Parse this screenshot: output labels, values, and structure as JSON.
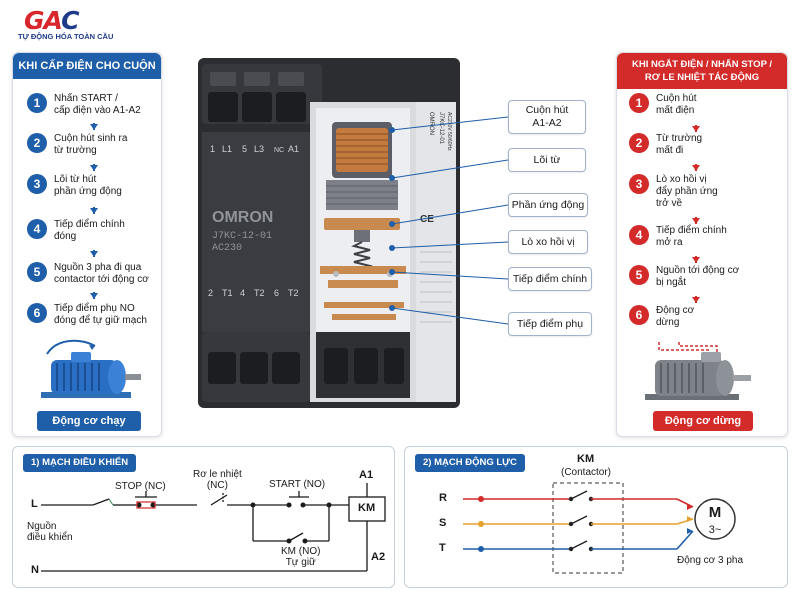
{
  "brand": {
    "logo": "GAC",
    "tagline": "TỰ ĐỘNG HÓA TOÀN CẦU"
  },
  "left_panel": {
    "title": "KHI CẤP ĐIỆN CHO CUỘN HÚT",
    "steps": [
      {
        "num": "1",
        "line1": "Nhấn START /",
        "line2": "cấp điện vào A1-A2"
      },
      {
        "num": "2",
        "line1": "Cuộn hút sinh ra",
        "line2": "từ trường"
      },
      {
        "num": "3",
        "line1": "Lõi từ hút",
        "line2": "phần ứng động"
      },
      {
        "num": "4",
        "line1": "Tiếp điểm chính",
        "line2": "đóng"
      },
      {
        "num": "5",
        "line1": "Nguồn 3 pha đi qua",
        "line2": "contactor tới động cơ"
      },
      {
        "num": "6",
        "line1": "Tiếp điểm phụ NO",
        "line2": "đóng để tự giữ mạch"
      }
    ],
    "motor_caption": "Động cơ chạy"
  },
  "right_panel": {
    "title_line1": "KHI NGẮT ĐIỆN / NHẤN STOP /",
    "title_line2": "RƠ LE NHIỆT TÁC ĐỘNG",
    "steps": [
      {
        "num": "1",
        "line1": "Cuộn hút",
        "line2": "mất điện",
        "line3": ""
      },
      {
        "num": "2",
        "line1": "Từ trường",
        "line2": "mất đi",
        "line3": ""
      },
      {
        "num": "3",
        "line1": "Lò xo hồi vị",
        "line2": "đẩy phần ứng",
        "line3": "trở về"
      },
      {
        "num": "4",
        "line1": "Tiếp điểm chính",
        "line2": "mở ra",
        "line3": ""
      },
      {
        "num": "5",
        "line1": "Nguồn tới động cơ",
        "line2": "bị ngắt",
        "line3": ""
      },
      {
        "num": "6",
        "line1": "Động cơ",
        "line2": "dừng",
        "line3": ""
      }
    ],
    "motor_caption": "Động cơ dừng"
  },
  "device": {
    "brand": "OMRON",
    "model": "J7KC-12-01",
    "voltage": "AC230",
    "top_terminals": [
      "1",
      "L1",
      "5",
      "L3",
      "NC",
      "A1"
    ],
    "bottom_terminals": [
      "2",
      "T1",
      "4",
      "T2",
      "6",
      "T2"
    ],
    "side_model": "J7KC-12-01",
    "side_brand": "OMRON",
    "side_rating": "AC230V 50/60Hz",
    "ce_mark": "CE"
  },
  "callouts": {
    "coil_line1": "Cuộn hút",
    "coil_line2": "A1-A2",
    "core": "Lõi từ",
    "armature": "Phần ứng động",
    "spring": "Lò xo hồi vị",
    "main_contact": "Tiếp điểm chính",
    "aux_contact": "Tiếp điểm phụ"
  },
  "control_circuit": {
    "title": "1) MẠCH ĐIỀU KHIỂN",
    "line_L": "L",
    "line_N": "N",
    "source_line1": "Nguồn",
    "source_line2": "điều khiển",
    "stop_label": "STOP (NC)",
    "relay_line1": "Rơ le nhiệt",
    "relay_line2": "(NC)",
    "start_label": "START (NO)",
    "holding_line1": "KM (NO)",
    "holding_line2": "Tự giữ",
    "coil": "KM",
    "a1": "A1",
    "a2": "A2"
  },
  "power_circuit": {
    "title": "2) MẠCH ĐỘNG LỰC",
    "km_label": "KM",
    "contactor_label": "(Contactor)",
    "phases": [
      "R",
      "S",
      "T"
    ],
    "phase_colors": [
      "#d32a2a",
      "#e8a12e",
      "#1f5ea8"
    ],
    "motor_letter": "M",
    "motor_sub": "3~",
    "motor_caption": "Động cơ 3 pha"
  },
  "colors": {
    "accent_blue": "#1f5ea8",
    "accent_red": "#d32a2a",
    "brand_red": "#d8262c",
    "copper": "#b8743c"
  }
}
